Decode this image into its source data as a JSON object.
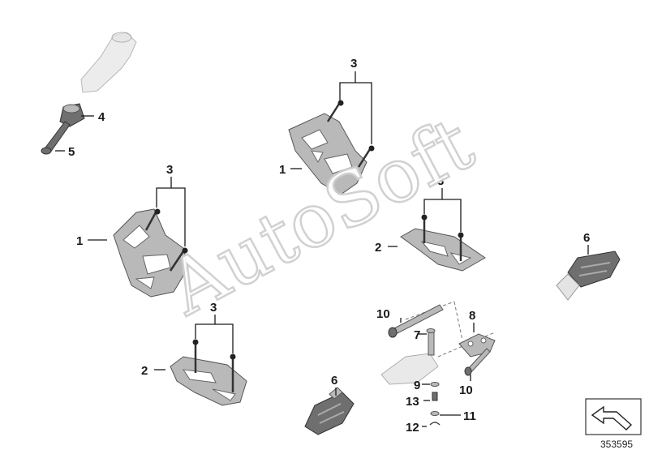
{
  "watermark": {
    "text": "AutoSoft"
  },
  "diagram_id": "353595",
  "callouts": {
    "c1a": "1",
    "c1b": "1",
    "c2a": "2",
    "c2b": "2",
    "c3a": "3",
    "c3b": "3",
    "c3c": "3",
    "c3d": "3",
    "c4": "4",
    "c5": "5",
    "c6a": "6",
    "c6b": "6",
    "c7": "7",
    "c8": "8",
    "c9": "9",
    "c10a": "10",
    "c10b": "10",
    "c11": "11",
    "c12": "12",
    "c13": "13"
  },
  "colors": {
    "part": "#b9b9b9",
    "part_dark": "#6f6f6f",
    "watermark_outline": "#cfcfcf"
  },
  "icons": [
    "arrow-frame-icon"
  ]
}
